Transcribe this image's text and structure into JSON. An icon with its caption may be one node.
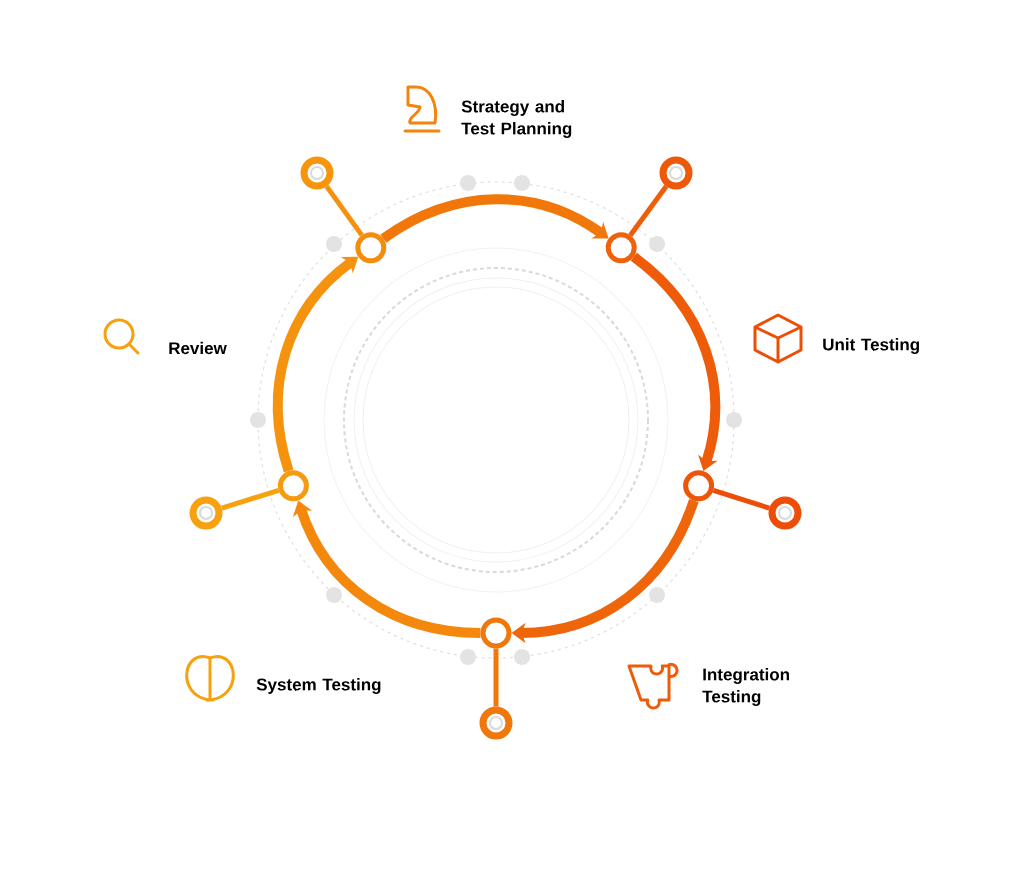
{
  "diagram": {
    "nodes": [
      {
        "text": [
          "Strategy and Test Planning"
        ]
      },
      {
        "text": [
          "Review"
        ]
      },
      {
        "text": [
          "Unit Testing"
        ]
      },
      {
        "text": [
          "System Testing"
        ]
      },
      {
        "text": [
          "Integration Testing"
        ]
      },
      {
        "text": [],
        "shape": "circle"
      },
      {
        "text": [],
        "shape": "circle"
      },
      {
        "text": [],
        "shape": "circle"
      },
      {
        "text": [],
        "shape": "circle"
      },
      {
        "text": [],
        "shape": "circle"
      },
      {
        "text": [],
        "shape": "circle"
      },
      {
        "text": [],
        "shape": "circle"
      },
      {
        "text": [],
        "shape": "circle"
      },
      {
        "text": [],
        "shape": "circle"
      },
      {
        "text": [],
        "shape": "circle"
      }
    ],
    "edges": [
      {
        "from": 5,
        "to": 6,
        "arrow": "to",
        "style": "thick"
      },
      {
        "from": 6,
        "to": 7,
        "arrow": "to",
        "style": "thick"
      },
      {
        "from": 7,
        "to": 8,
        "arrow": "to",
        "style": "thick"
      },
      {
        "from": 8,
        "to": 9,
        "arrow": "to",
        "style": "thick"
      },
      {
        "from": 9,
        "to": 5,
        "arrow": "to",
        "style": "thick"
      },
      {
        "from": 5,
        "to": 10,
        "arrow": "none"
      },
      {
        "from": 6,
        "to": 11,
        "arrow": "none"
      },
      {
        "from": 7,
        "to": 12,
        "arrow": "none"
      },
      {
        "from": 8,
        "to": 13,
        "arrow": "none"
      },
      {
        "from": 9,
        "to": 14,
        "arrow": "none"
      }
    ]
  }
}
